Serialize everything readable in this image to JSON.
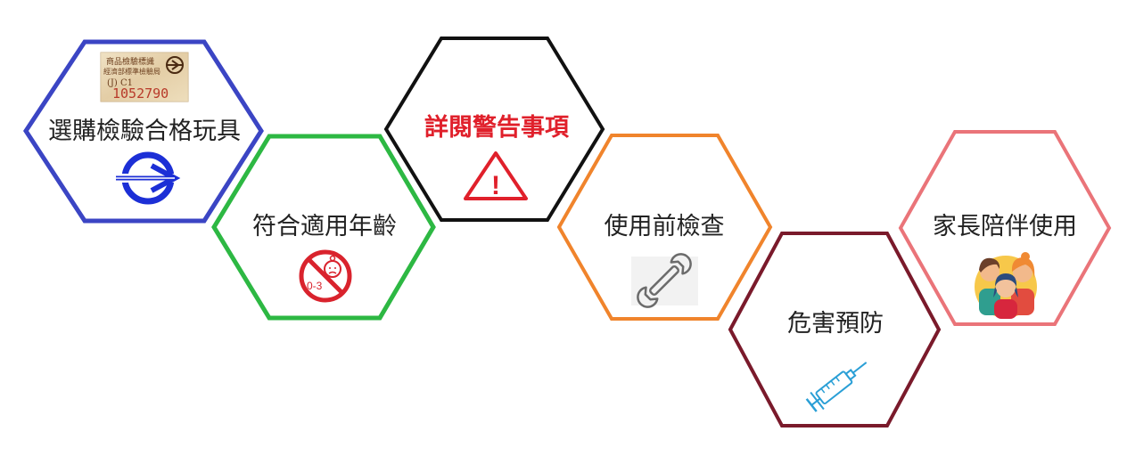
{
  "steps": [
    {
      "label": "選購檢驗合格玩具",
      "border_color": "#3b45c4",
      "icon": "bsmi-mark-icon"
    },
    {
      "label": "符合適用年齡",
      "border_color": "#2db843",
      "icon": "age-restriction-icon"
    },
    {
      "label": "詳閱警告事項",
      "border_color": "#111111",
      "text_color": "#e0202b",
      "icon": "warning-triangle-icon"
    },
    {
      "label": "使用前檢查",
      "border_color": "#f0842c",
      "icon": "wrench-icon"
    },
    {
      "label": "危害預防",
      "border_color": "#7a1a2b",
      "icon": "syringe-icon"
    },
    {
      "label": "家長陪伴使用",
      "border_color": "#ea7479",
      "icon": "family-icon"
    }
  ],
  "cert_label": {
    "line1": "商品檢驗標識",
    "line2": "經濟部標準檢驗局",
    "code": "(J) C1",
    "number": "1052790"
  },
  "age_label": "0-3",
  "warning_symbol": "!"
}
